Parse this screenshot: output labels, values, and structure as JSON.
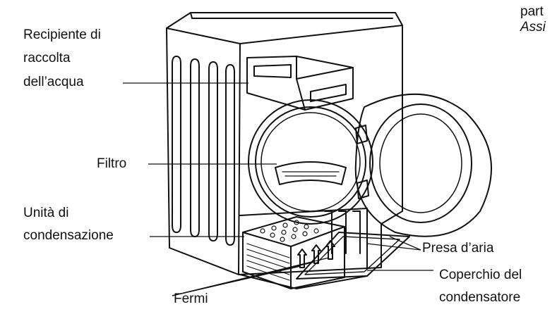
{
  "labels": {
    "water_container_line1": "Recipiente di",
    "water_container_line2": "raccolta",
    "water_container_line3": "dell’acqua",
    "filter": "Filtro",
    "condenser_unit_line1": "Unità di",
    "condenser_unit_line2": "condensazione",
    "air_intake": "Presa d’aria",
    "condenser_cover_line1": "Coperchio del",
    "condenser_cover_line2": "condensatore",
    "latches": "Fermi"
  },
  "corner_text": {
    "line1": "part",
    "line2": "Assi"
  }
}
